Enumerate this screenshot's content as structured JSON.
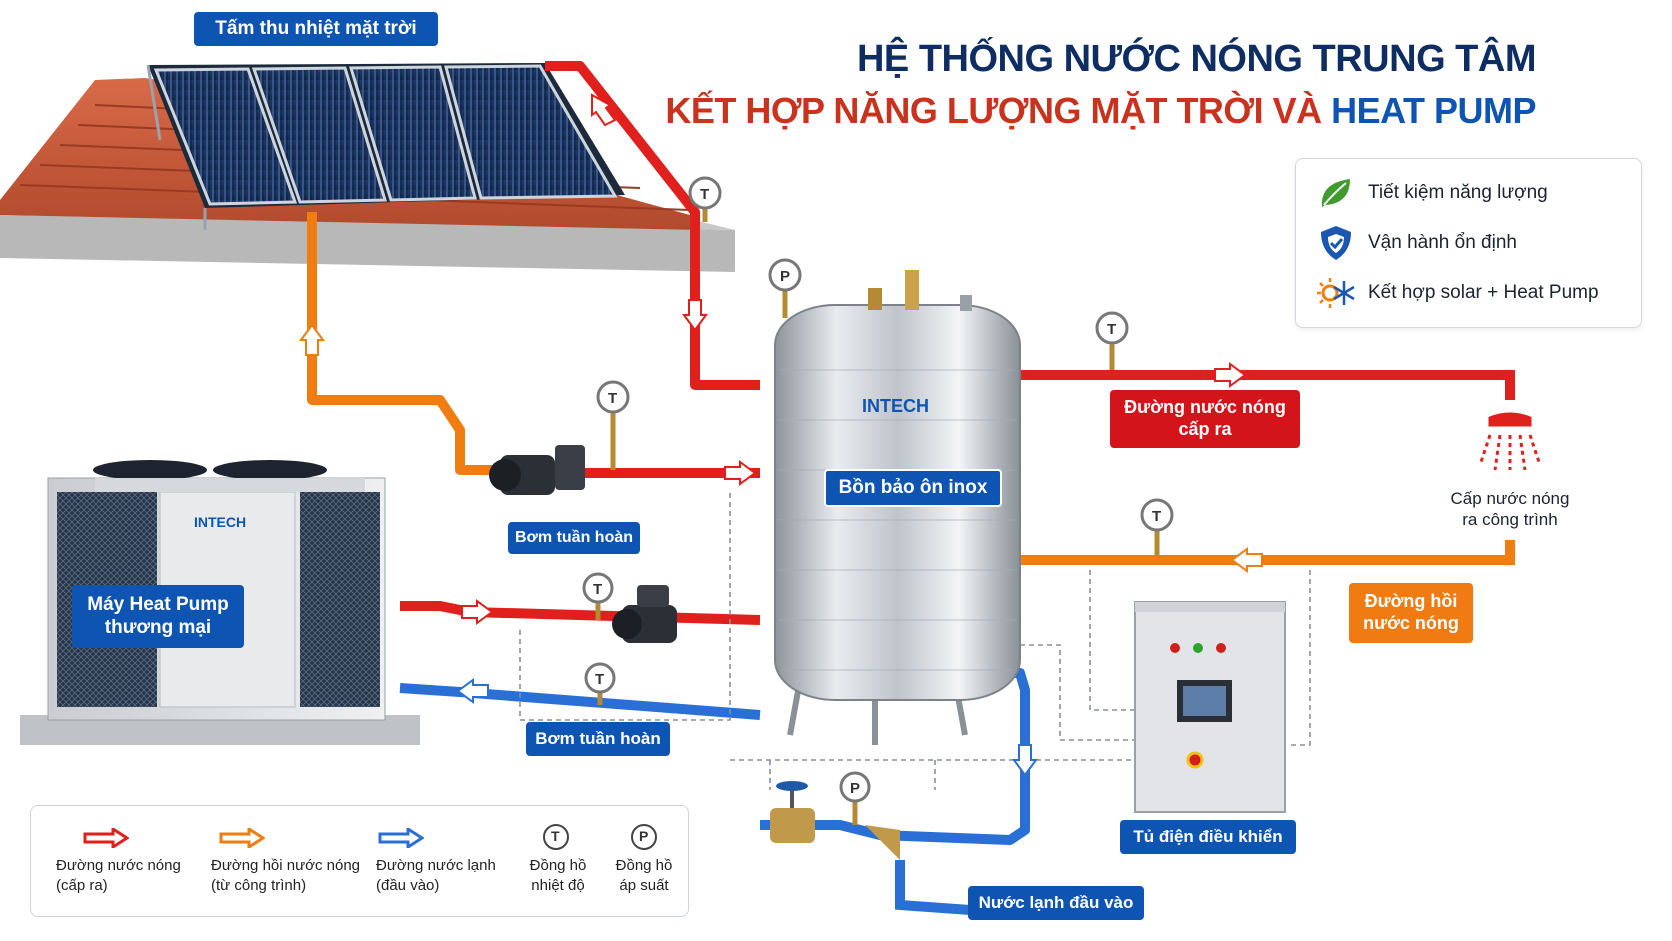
{
  "title": {
    "line1": "HỆ THỐNG NƯỚC NÓNG TRUNG TÂM",
    "line2_part1": "KẾT HỢP NĂNG LƯỢNG MẶT TRỜI VÀ ",
    "line2_part2": "HEAT PUMP"
  },
  "features": [
    {
      "icon": "leaf-icon",
      "label": "Tiết kiệm năng lượng"
    },
    {
      "icon": "shield-icon",
      "label": "Vận hành ổn định"
    },
    {
      "icon": "sun-snowflake-icon",
      "label": "Kết hợp solar + Heat Pump"
    }
  ],
  "labels": {
    "solar_collector": "Tấm thu nhiệt mặt trời",
    "circulation_pump_top": "Bơm tuần hoàn",
    "circulation_pump_bottom": "Bơm tuần hoàn",
    "heat_pump": "Máy Heat Pump\nthương mại",
    "tank": "Bồn bảo ôn inox",
    "hot_supply": "Đường nước nóng\ncấp ra",
    "hot_return": "Đường hồi\nnước nóng",
    "supply_to_building": "Cấp nước nóng\nra công trình",
    "control_cabinet": "Tủ điện điều khiển",
    "cold_inlet": "Nước lạnh đầu vào"
  },
  "brand": {
    "tank_brand": "INTECH",
    "heatpump_brand": "INTECH"
  },
  "gauges": {
    "temperature": "T",
    "pressure": "P"
  },
  "legend": [
    {
      "icon": "red-arrow-icon",
      "label": "Đường nước nóng\n(cấp ra)"
    },
    {
      "icon": "orange-arrow-icon",
      "label": "Đường hồi nước nóng\n(từ công trình)"
    },
    {
      "icon": "blue-arrow-icon",
      "label": "Đường nước lạnh\n(đầu vào)"
    },
    {
      "icon": "temperature-gauge-icon",
      "symbol": "T",
      "label": "Đồng hồ\nnhiệt độ"
    },
    {
      "icon": "pressure-gauge-icon",
      "symbol": "P",
      "label": "Đồng hồ\náp suất"
    }
  ],
  "colors": {
    "hot": "#e0201c",
    "return": "#f07d12",
    "cold": "#2a6fd6",
    "label_blue": "#0e55b3",
    "label_red": "#d3141a",
    "label_orange": "#ef7b12",
    "title_navy": "#0d2d63",
    "title_red": "#c9331d"
  }
}
